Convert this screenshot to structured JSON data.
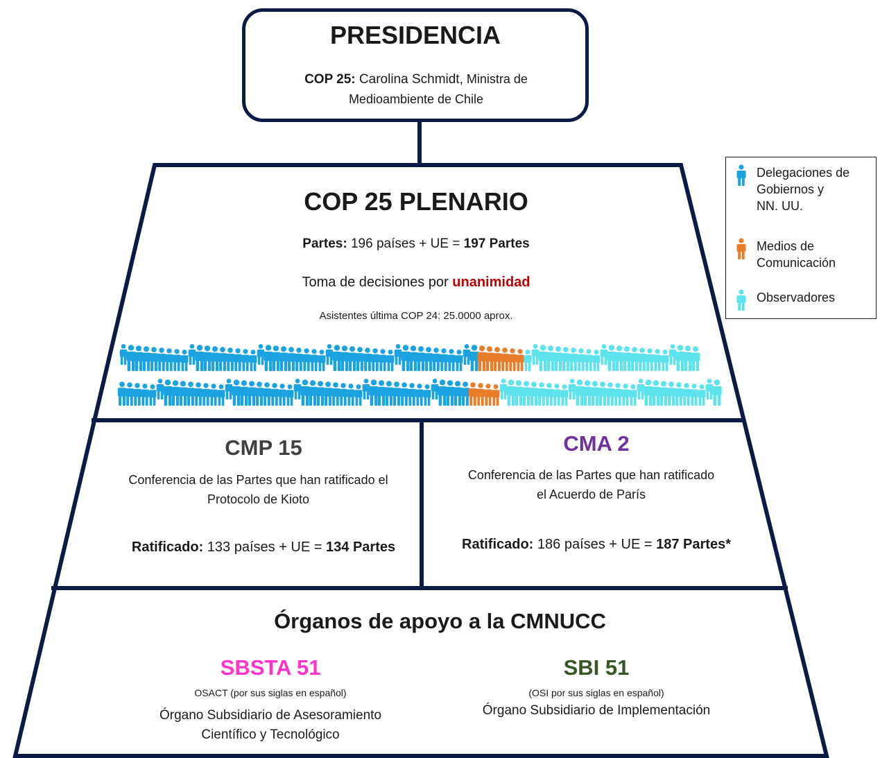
{
  "colors": {
    "navy": "#0c1a45",
    "gov_blue": "#1aa3e0",
    "media_orange": "#e87d2a",
    "observer_cyan": "#5ce3ee",
    "red": "#c00000",
    "cmp_gray": "#404040",
    "cma_purple": "#7030a0",
    "sbsta_pink": "#ff33cc",
    "sbi_green": "#385723"
  },
  "presidencia": {
    "title": "PRESIDENCIA",
    "label": "COP 25:",
    "name": " Carolina Schmidt,",
    "role_line1": " Ministra de",
    "role_line2": "Medioambiente de Chile"
  },
  "plenario": {
    "title": "COP 25 PLENARIO",
    "partes_label": "Partes:",
    "partes_text": " 196 países + UE = ",
    "partes_total": "197 Partes",
    "decision_text": "Toma de decisiones por ",
    "decision_highlight": "unanimidad",
    "asistentes": "Asistentes última COP 24: 25.0000 aprox."
  },
  "cmp": {
    "title": "CMP 15",
    "desc_line1": "Conferencia de las Partes que han ratificado el",
    "desc_line2": "Protocolo de Kioto",
    "rat_label": "Ratificado:",
    "rat_text": " 133 países + UE = ",
    "rat_total": "134 Partes"
  },
  "cma": {
    "title": "CMA 2",
    "desc_line1": "Conferencia de las Partes que han ratificado",
    "desc_line2": "el Acuerdo de París",
    "rat_label": "Ratificado:",
    "rat_text": " 186 países + UE = ",
    "rat_total": "187 Partes*"
  },
  "organos": {
    "title": "Órganos de apoyo a la CMNUCC",
    "sbsta": {
      "title": "SBSTA 51",
      "siglas": "OSACT (por sus siglas en español)",
      "desc_line1": "Órgano Subsidiario de Asesoramiento",
      "desc_line2": "Científico y Tecnológico"
    },
    "sbi": {
      "title": "SBI 51",
      "siglas": "(OSI por sus siglas en español)",
      "desc": "Órgano Subsidiario de Implementación"
    }
  },
  "legend": {
    "items": [
      {
        "l1": "Delegaciones de",
        "l2": "Gobiernos y",
        "l3": "NN. UU.",
        "icon": "person-icon"
      },
      {
        "l1": "Medios de",
        "l2": "Comunicación",
        "icon": "person-icon"
      },
      {
        "l1": "Observadores",
        "icon": "person-icon"
      }
    ]
  }
}
